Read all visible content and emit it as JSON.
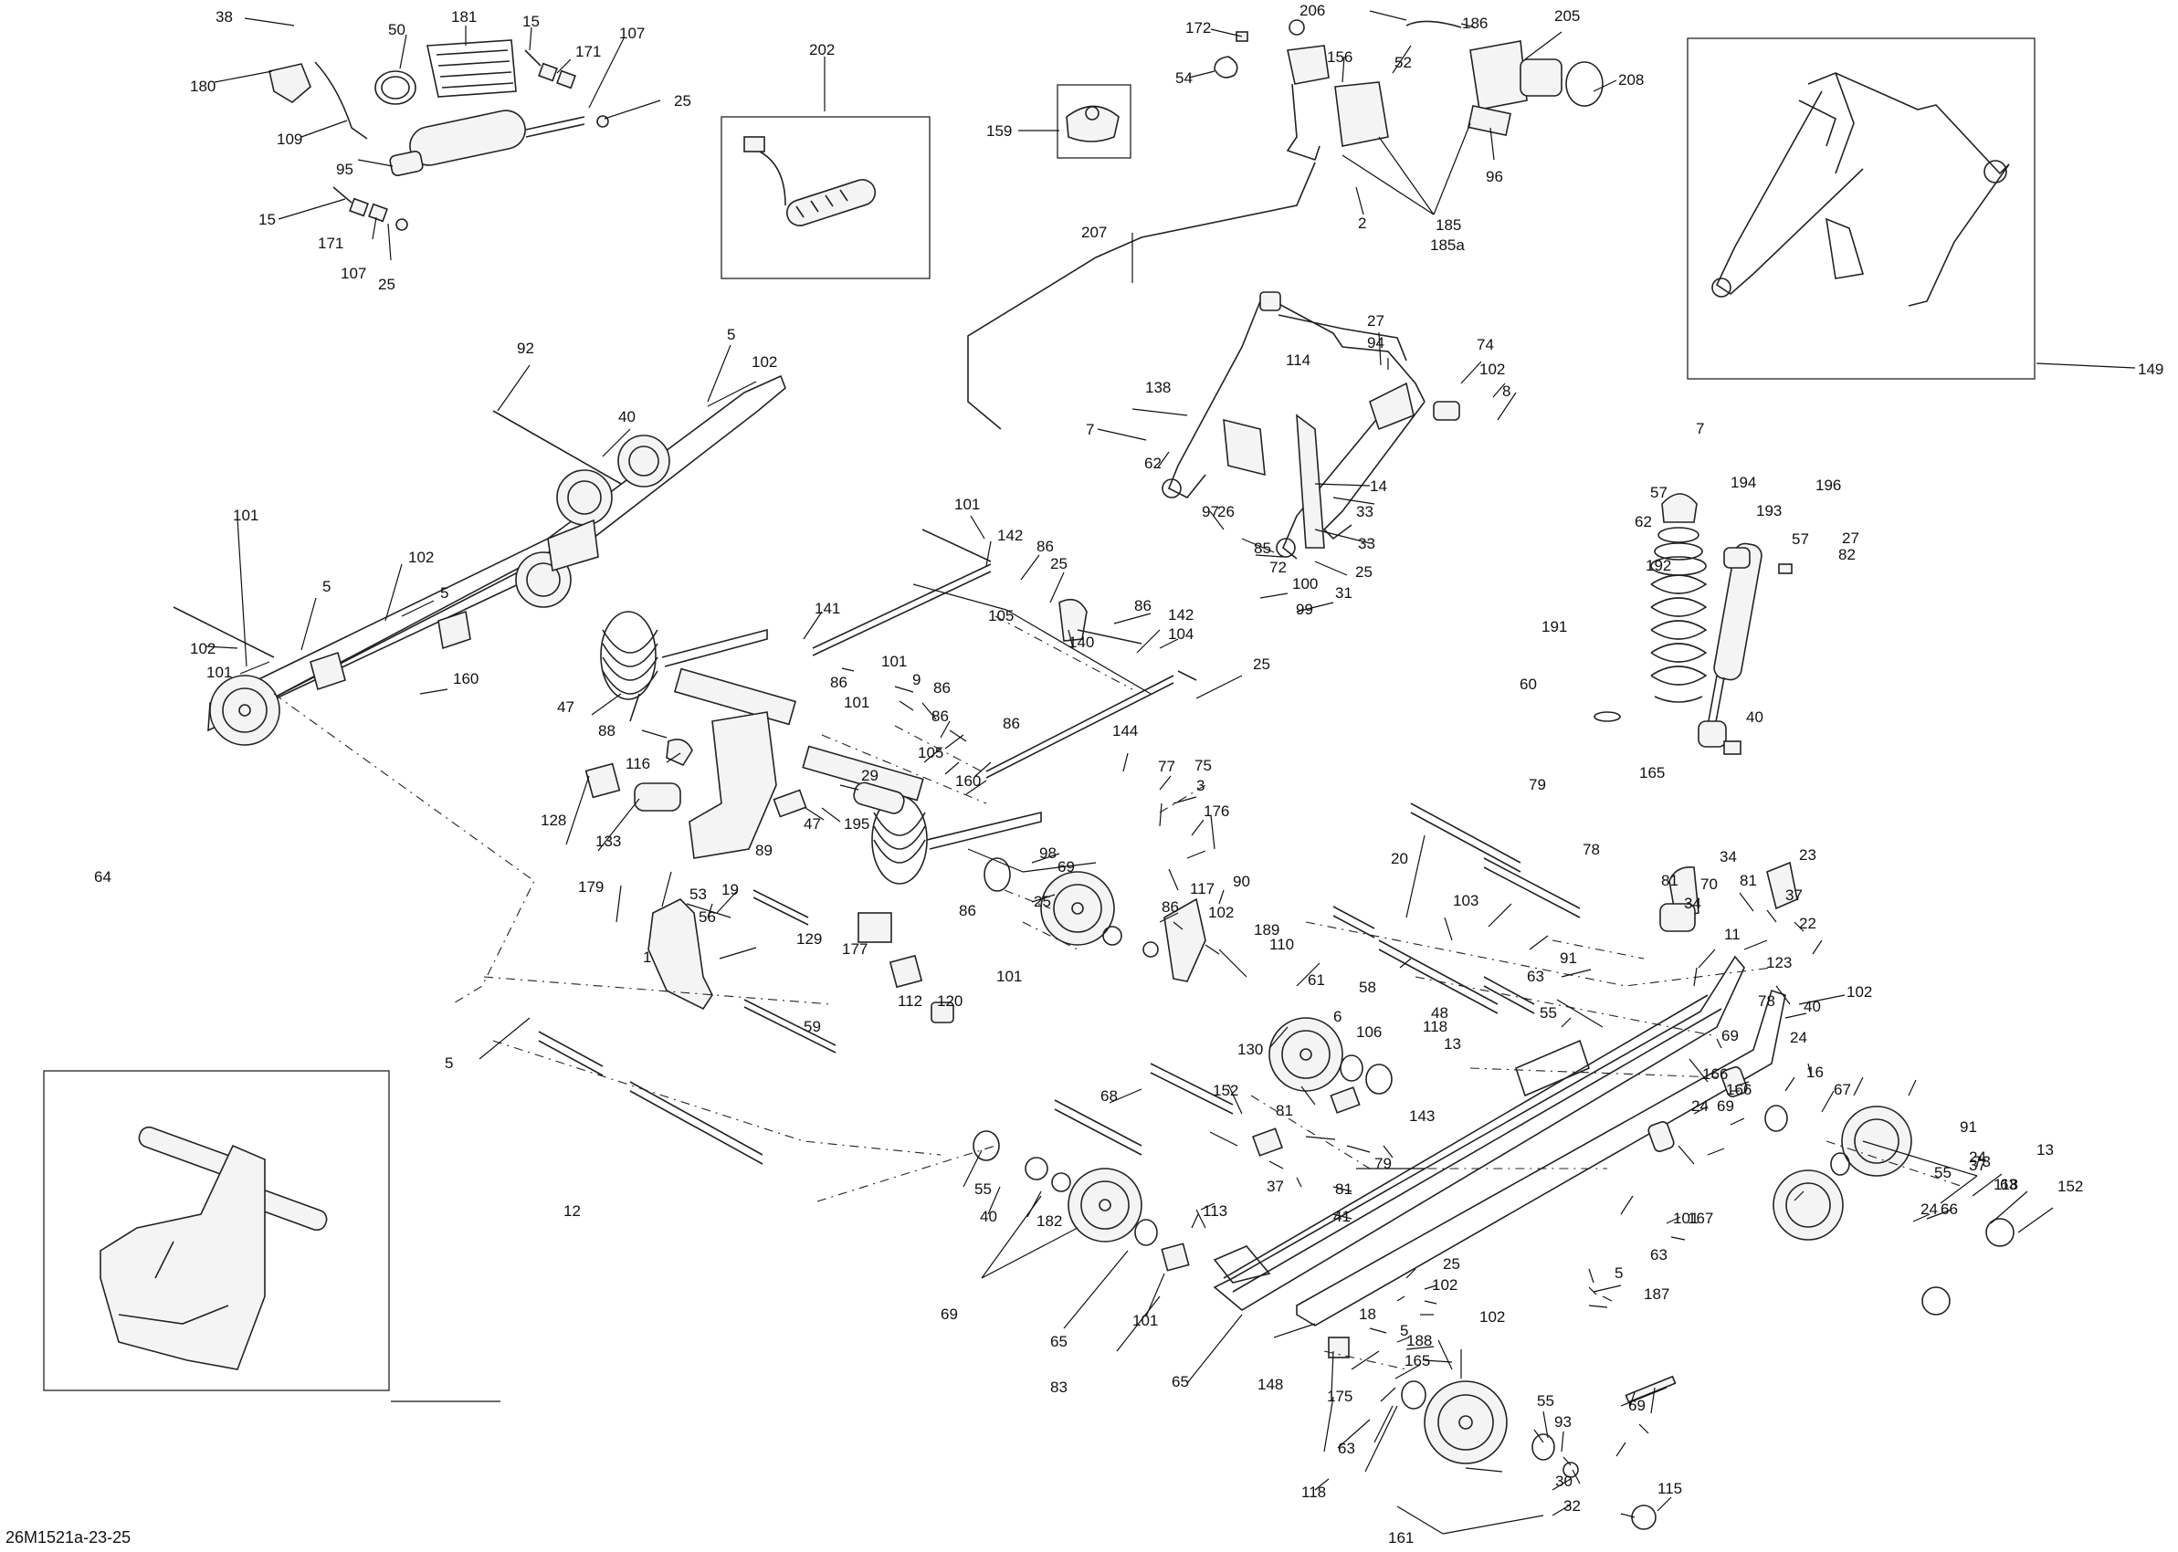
{
  "diagram": {
    "reference_code": "26M1521a-23-25",
    "labels": [
      "38",
      "50",
      "181",
      "15",
      "107",
      "171",
      "25",
      "180",
      "109",
      "95",
      "15",
      "171",
      "107",
      "25",
      "202",
      "172",
      "206",
      "186",
      "205",
      "54",
      "156",
      "52",
      "208",
      "159",
      "96",
      "2",
      "185",
      "185a",
      "207",
      "149",
      "92",
      "5",
      "102",
      "40",
      "27",
      "94",
      "74",
      "102",
      "8",
      "138",
      "7",
      "62",
      "114",
      "14",
      "33",
      "97",
      "26",
      "33",
      "85",
      "72",
      "25",
      "100",
      "31",
      "99",
      "101",
      "5",
      "102",
      "5",
      "102",
      "101",
      "160",
      "101",
      "142",
      "86",
      "25",
      "141",
      "86",
      "142",
      "104",
      "140",
      "105",
      "101",
      "9",
      "86",
      "86",
      "101",
      "86",
      "105",
      "86",
      "160",
      "25",
      "144",
      "47",
      "88",
      "116",
      "29",
      "77",
      "75",
      "3",
      "176",
      "128",
      "133",
      "89",
      "47",
      "195",
      "7",
      "194",
      "196",
      "57",
      "193",
      "62",
      "57",
      "27",
      "82",
      "192",
      "191",
      "60",
      "40",
      "165",
      "64",
      "179",
      "53",
      "19",
      "56",
      "98",
      "69",
      "86",
      "117",
      "90",
      "129",
      "177",
      "112",
      "120",
      "101",
      "25",
      "86",
      "102",
      "189",
      "110",
      "79",
      "78",
      "20",
      "103",
      "23",
      "34",
      "81",
      "70",
      "81",
      "34",
      "37",
      "11",
      "22",
      "123",
      "1",
      "59",
      "130",
      "61",
      "6",
      "58",
      "106",
      "48",
      "118",
      "13",
      "91",
      "63",
      "55",
      "69",
      "78",
      "40",
      "24",
      "16",
      "102",
      "5",
      "68",
      "152",
      "81",
      "143",
      "166",
      "166",
      "69",
      "24",
      "67",
      "79",
      "81",
      "37",
      "41",
      "12",
      "55",
      "40",
      "182",
      "113",
      "101",
      "37",
      "66",
      "73",
      "55",
      "63",
      "24",
      "13",
      "91",
      "118",
      "152",
      "63",
      "24",
      "167",
      "69",
      "65",
      "101",
      "25",
      "102",
      "18",
      "5",
      "102",
      "5",
      "187",
      "188",
      "165",
      "83",
      "65",
      "148",
      "175",
      "69",
      "63",
      "55",
      "93",
      "30",
      "32",
      "118",
      "115",
      "161"
    ]
  }
}
